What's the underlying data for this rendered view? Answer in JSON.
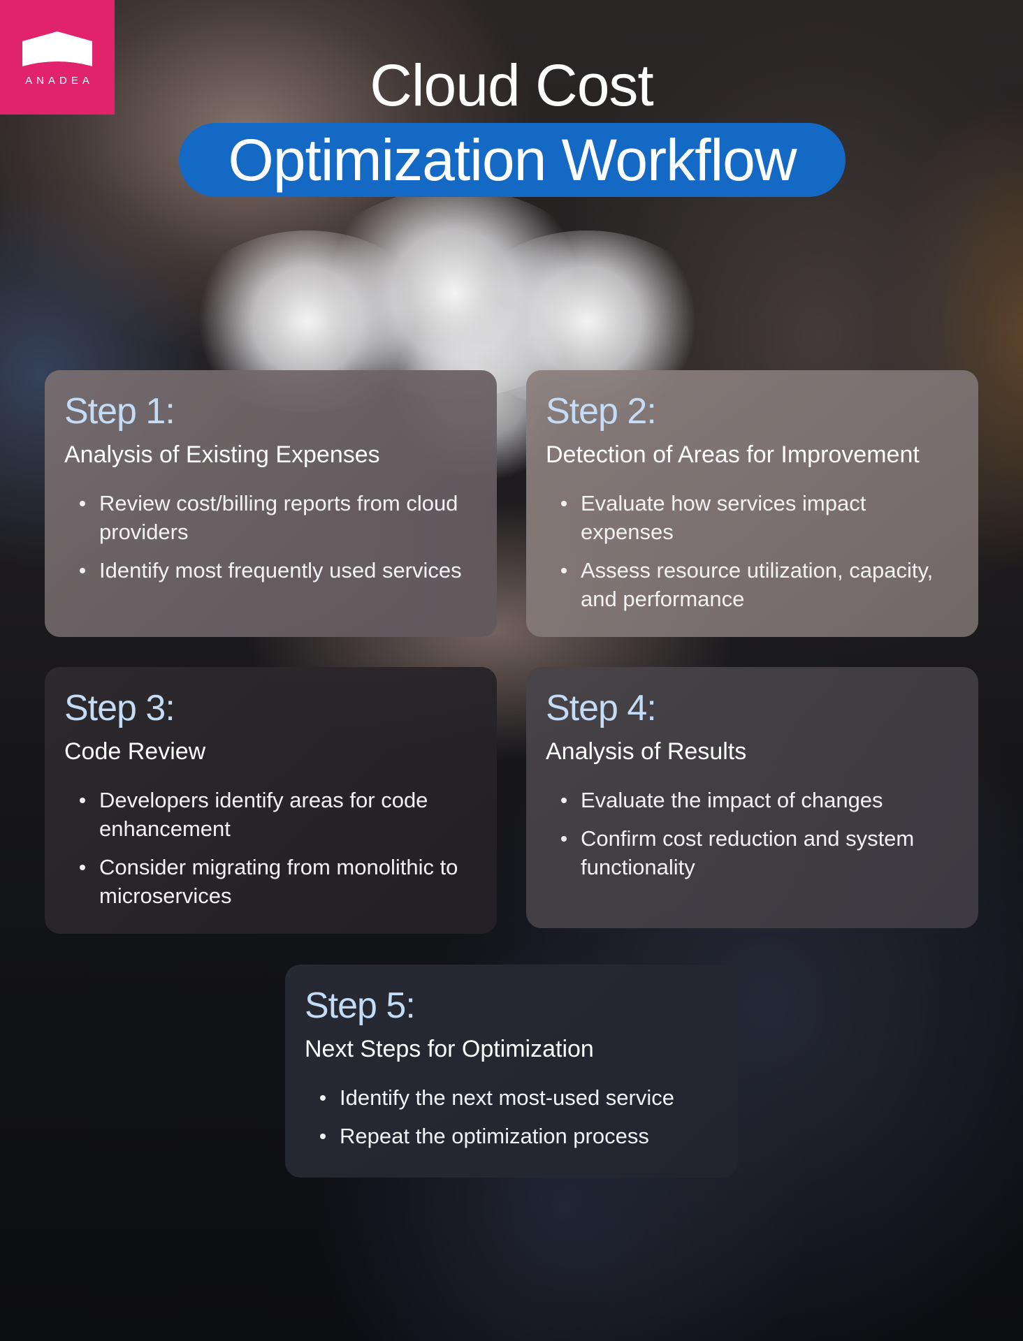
{
  "logo": {
    "name": "ANADEA",
    "brand_color": "#e0236a"
  },
  "title": {
    "line1": "Cloud Cost",
    "line2": "Optimization Workflow",
    "pill_color": "#1469c4"
  },
  "steps": [
    {
      "label": "Step 1:",
      "heading": "Analysis of Existing Expenses",
      "items": [
        "Review cost/billing reports from cloud providers",
        "Identify most frequently used services"
      ]
    },
    {
      "label": "Step 2:",
      "heading": "Detection of Areas for Improvement",
      "items": [
        "Evaluate how services impact expenses",
        "Assess resource utilization, capacity, and performance"
      ]
    },
    {
      "label": "Step 3:",
      "heading": "Code Review",
      "items": [
        "Developers identify areas for code enhancement",
        "Consider migrating from monolithic to microservices"
      ]
    },
    {
      "label": "Step 4:",
      "heading": "Analysis of Results",
      "items": [
        "Evaluate the impact of changes",
        "Confirm cost reduction and system functionality"
      ]
    },
    {
      "label": "Step 5:",
      "heading": "Next Steps for Optimization",
      "items": [
        "Identify the next most-used service",
        "Repeat the optimization process"
      ]
    }
  ],
  "colors": {
    "step_label": "#c4dcf6",
    "text": "#ffffff"
  }
}
